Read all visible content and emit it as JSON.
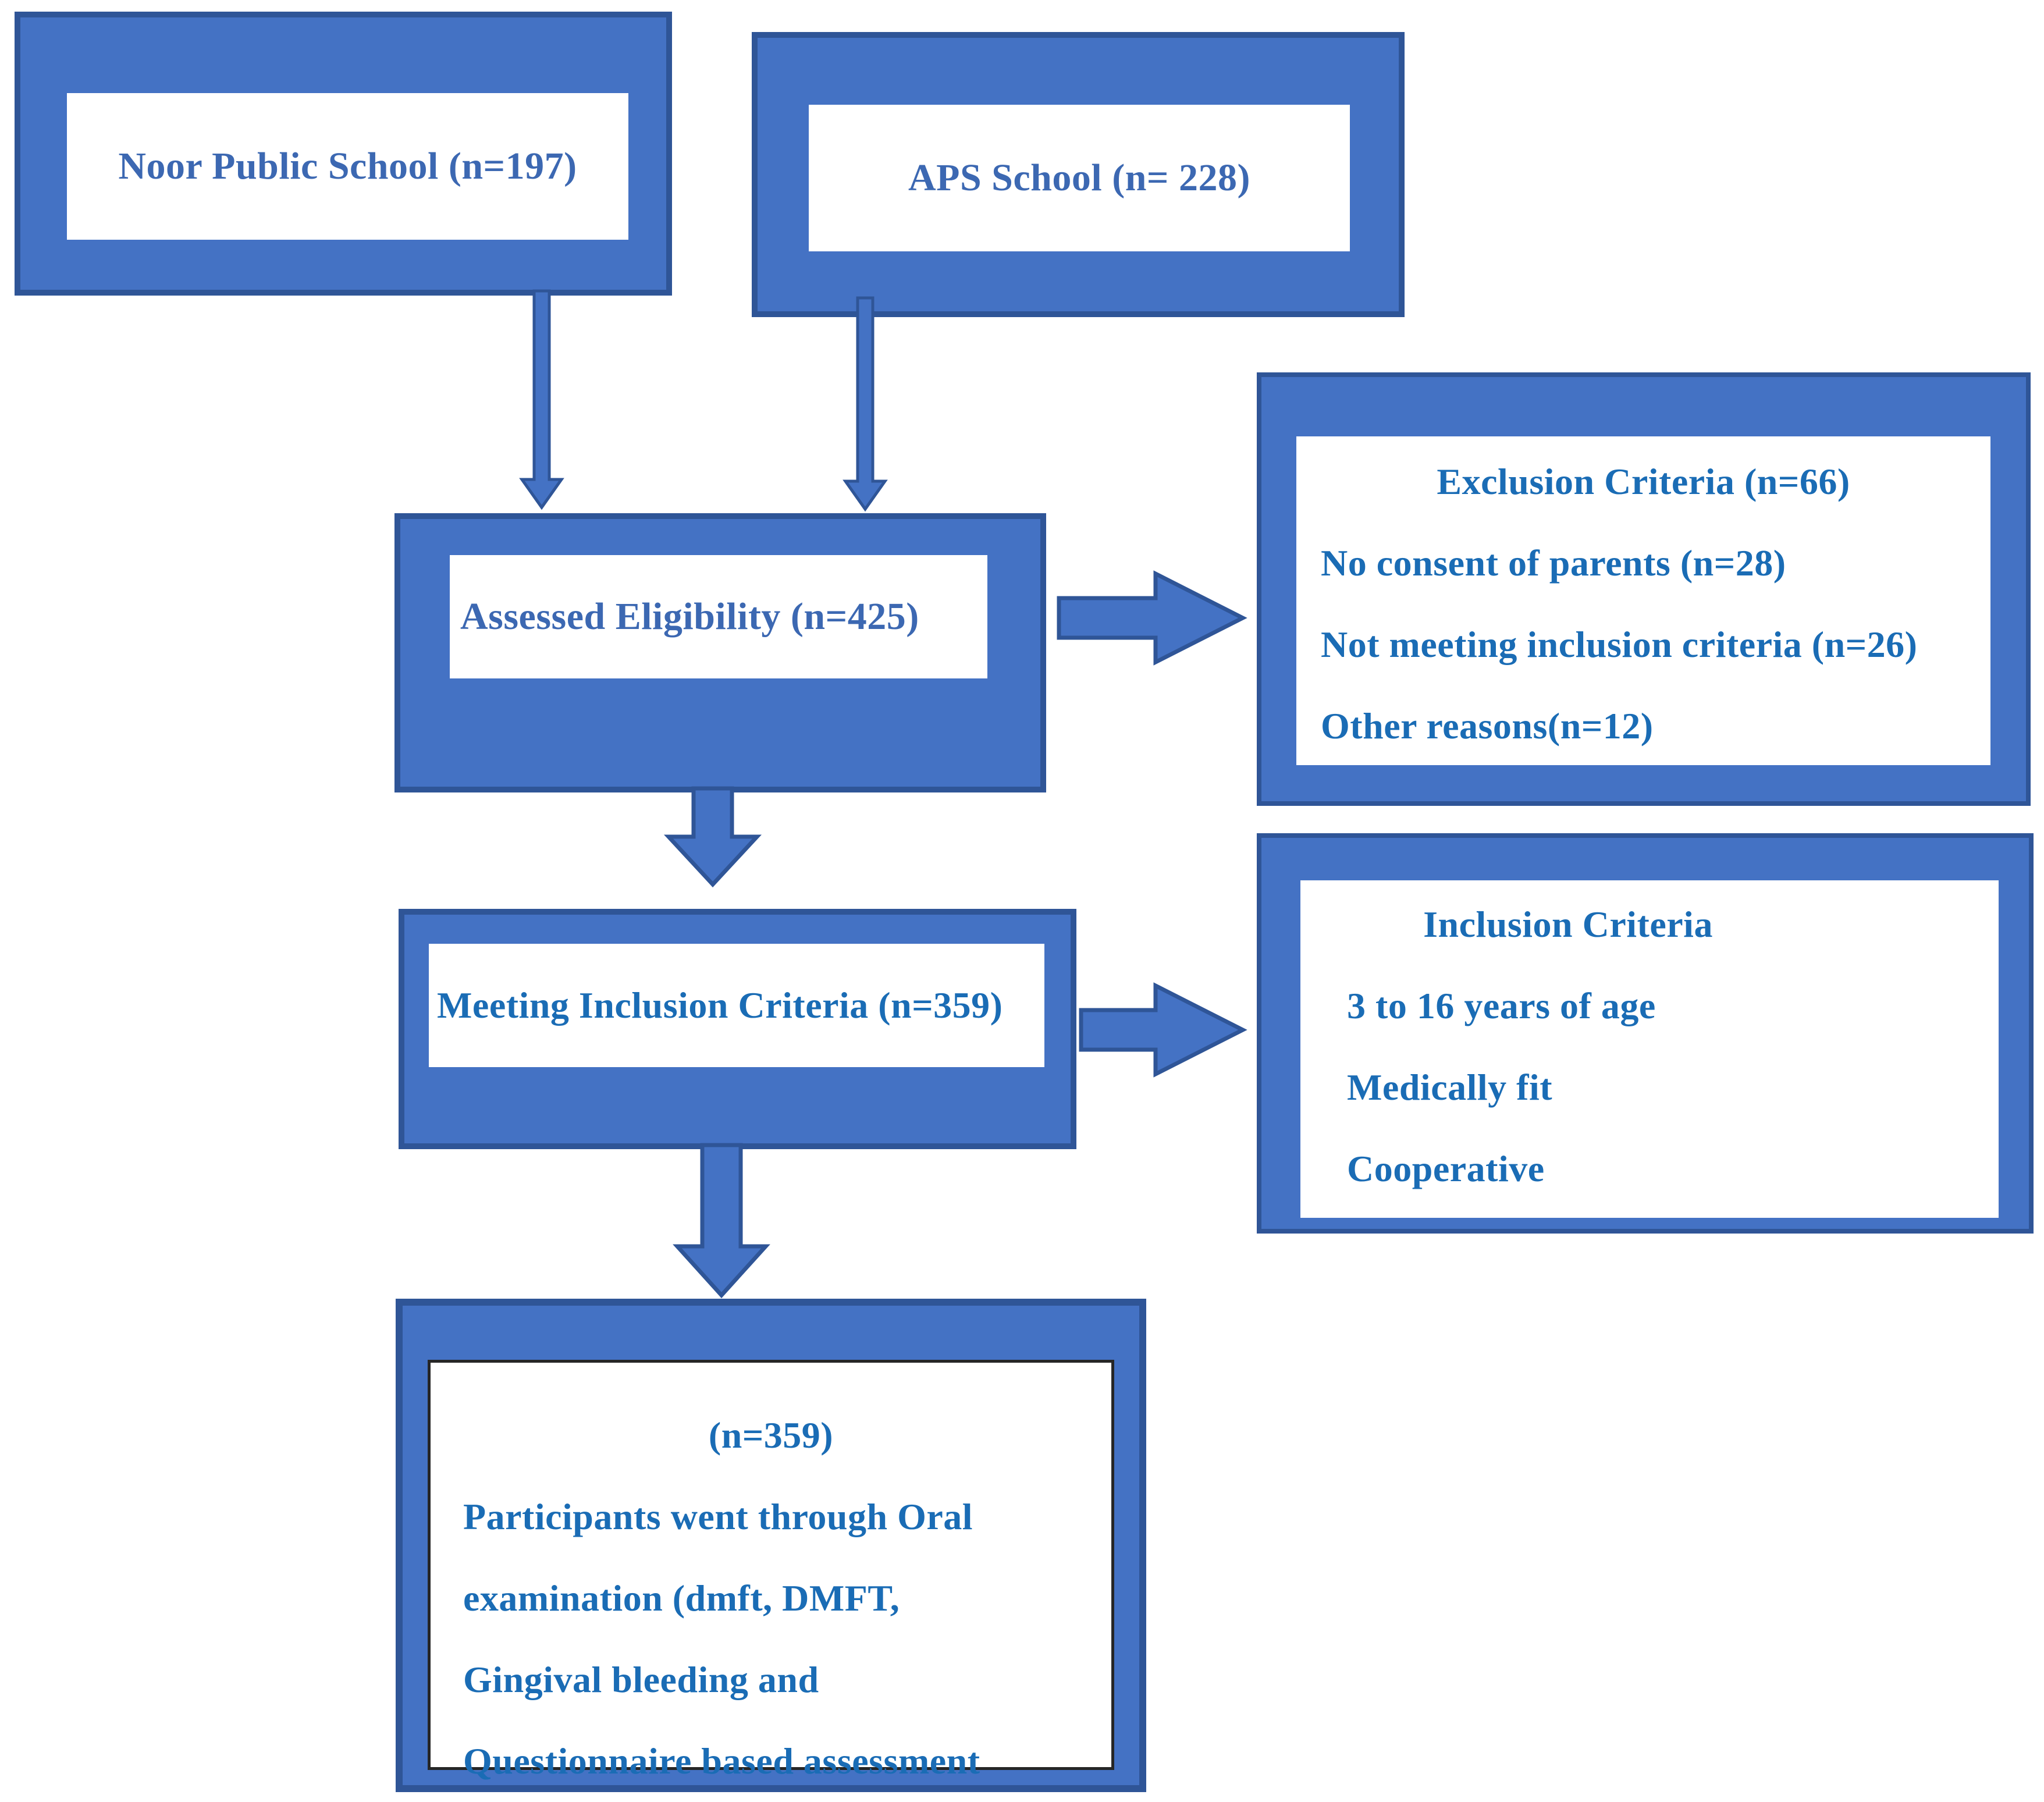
{
  "colors": {
    "box_fill": "#4472C4",
    "box_border": "#2F5597",
    "label_blue": "#3C68B2",
    "criteria_blue": "#1A6CB5",
    "final_inner_border": "#262626",
    "white": "#FFFFFF"
  },
  "flowchart": {
    "noor_school": {
      "label": "Noor Public School (n=197)"
    },
    "aps_school": {
      "label": "APS School (n= 228)"
    },
    "assessed": {
      "label": "Assessed Eligibility (n=425)"
    },
    "exclusion": {
      "title": "Exclusion Criteria (n=66)",
      "items": [
        "No consent of parents (n=28)",
        "Not meeting inclusion criteria (n=26)",
        "Other reasons(n=12)"
      ]
    },
    "meeting": {
      "label": "Meeting Inclusion Criteria (n=359)"
    },
    "inclusion": {
      "title": "Inclusion Criteria",
      "items": [
        "3 to 16 years of age",
        "Medically fit",
        "Cooperative"
      ]
    },
    "final": {
      "title": "(n=359)",
      "lines": [
        "Participants went through Oral",
        "examination (dmft, DMFT,",
        "Gingival bleeding and",
        "Questionnaire based assessment"
      ]
    },
    "connections": [
      {
        "from": "noor_school",
        "to": "assessed",
        "style": "thin-arrow"
      },
      {
        "from": "aps_school",
        "to": "assessed",
        "style": "thin-arrow"
      },
      {
        "from": "assessed",
        "to": "exclusion",
        "style": "block-arrow"
      },
      {
        "from": "assessed",
        "to": "meeting",
        "style": "block-arrow"
      },
      {
        "from": "meeting",
        "to": "inclusion",
        "style": "block-arrow"
      },
      {
        "from": "meeting",
        "to": "final",
        "style": "block-arrow"
      }
    ]
  }
}
